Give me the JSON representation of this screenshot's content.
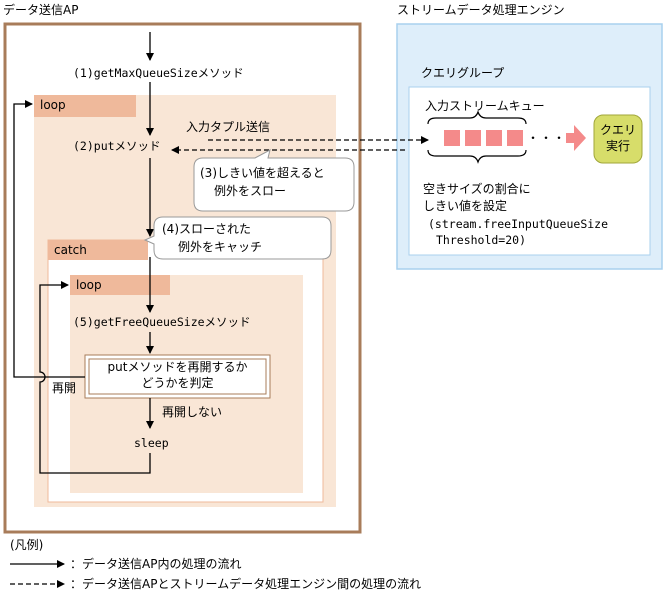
{
  "titles": {
    "ap": "データ送信AP",
    "engine": "ストリームデータ処理エンジン",
    "query_group": "クエリグループ",
    "input_queue": "入力ストリームキュー",
    "query_exec_1": "クエリ",
    "query_exec_2": "実行",
    "dots": "・・・"
  },
  "loops": {
    "outer_loop": "loop",
    "catch": "catch",
    "inner_loop": "loop"
  },
  "steps": {
    "step1": "(1)getMaxQueueSizeメソッド",
    "step2": "(2)putメソッド",
    "step5": "(5)getFreeQueueSizeメソッド",
    "decision_1": "putメソッドを再開するか",
    "decision_2": "どうかを判定",
    "resume": "再開",
    "no_resume": "再開しない",
    "sleep": "sleep",
    "send": "入力タプル送信"
  },
  "callouts": {
    "c3_1": "(3)しきい値を超えると",
    "c3_2": "例外をスロー",
    "c4_1": "(4)スローされた",
    "c4_2": "例外をキャッチ"
  },
  "threshold": {
    "line1": "空きサイズの割合に",
    "line2": "しきい値を設定",
    "line3": "(stream.freeInputQueueSize",
    "line4": "Threshold=20)"
  },
  "legend": {
    "title": "(凡例)",
    "solid": "：データ送信AP内の処理の流れ",
    "dashed": "：データ送信APとストリームデータ処理エンジン間の処理の流れ"
  },
  "colors": {
    "ap_border": "#a87c5a",
    "engine_fill": "#deeefa",
    "engine_border": "#a9d0ee",
    "loop_fill": "#f9e6d6",
    "loop_header": "#efb99b",
    "queue_cell": "#f48a8a",
    "query_fill": "#d7dd6a"
  }
}
